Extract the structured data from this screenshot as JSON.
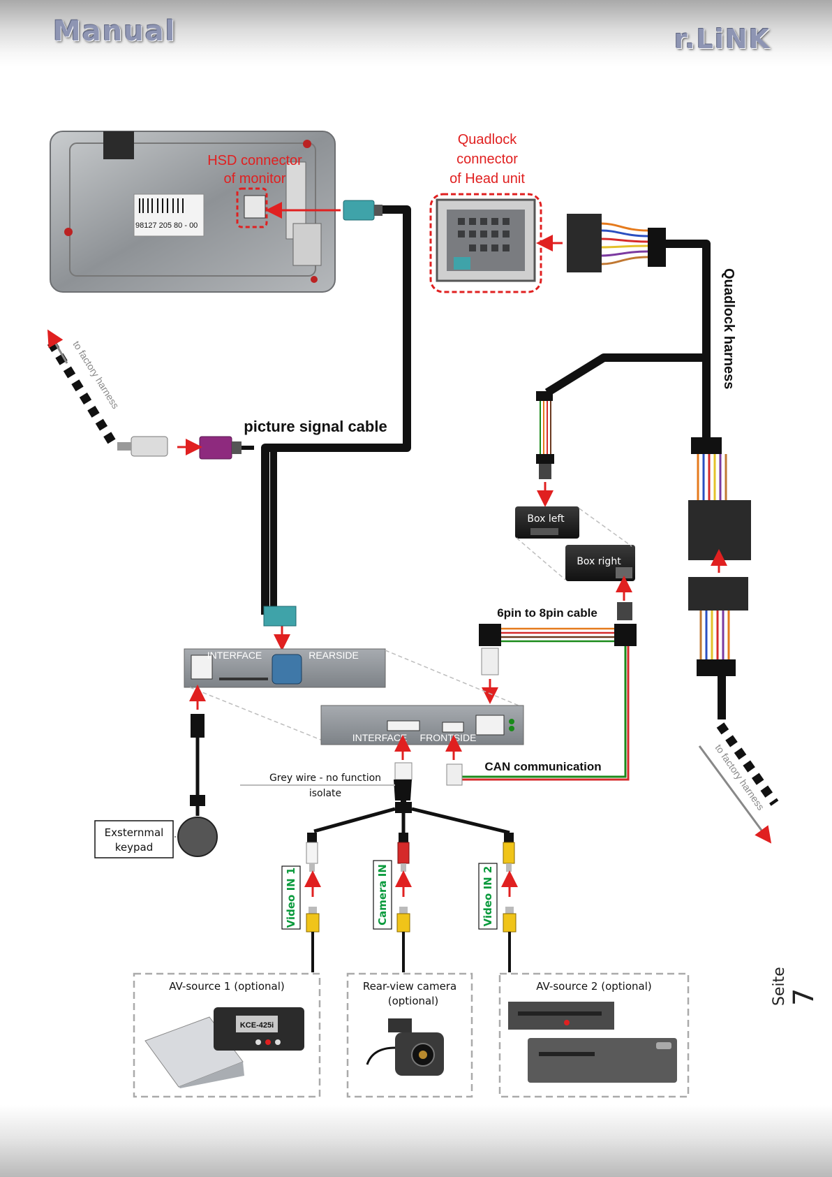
{
  "header": {
    "brand_left": "Manual",
    "brand_right": "r.LiNK"
  },
  "page": {
    "label_word": "Seite",
    "number": "7"
  },
  "labels": {
    "hsd_line1": "HSD connector",
    "hsd_line2": "of monitor",
    "quadlock_line1": "Quadlock",
    "quadlock_line2": "connector",
    "quadlock_line3": "of Head unit",
    "quadlock_harness": "Quadlock harness",
    "to_factory_harness": "to factory harness",
    "picture_signal_cable": "picture signal cable",
    "box_left": "Box left",
    "box_right": "Box right",
    "six_to_eight_cable": "6pin to 8pin cable",
    "interface_rear_1": "INTERFACE",
    "interface_rear_2": "REARSIDE",
    "interface_front_1": "INTERFACE",
    "interface_front_2": "FRONTSIDE",
    "can_communication": "CAN communication",
    "grey_wire_1": "Grey wire - no function",
    "grey_wire_2": "isolate",
    "external_keypad_1": "Exsternmal",
    "external_keypad_2": "keypad",
    "video_in_1": "Video IN 1",
    "camera_in": "Camera IN",
    "video_in_2": "Video IN 2",
    "av_source_1": "AV-source 1 (optional)",
    "rear_camera_1": "Rear-view camera",
    "rear_camera_2": "(optional)",
    "av_source_2": "AV-source 2 (optional)"
  },
  "photo_text": {
    "part_number": "98127 205 80 - 00",
    "device_model": "KCE-425i"
  },
  "colors": {
    "callout_red": "#e02020",
    "label_green": "#0a9a3c",
    "cable_black": "#111111",
    "hsd_teal": "#3fa3a9",
    "hsd_violet": "#8e2a7e",
    "module_grey": "#8d9297"
  }
}
